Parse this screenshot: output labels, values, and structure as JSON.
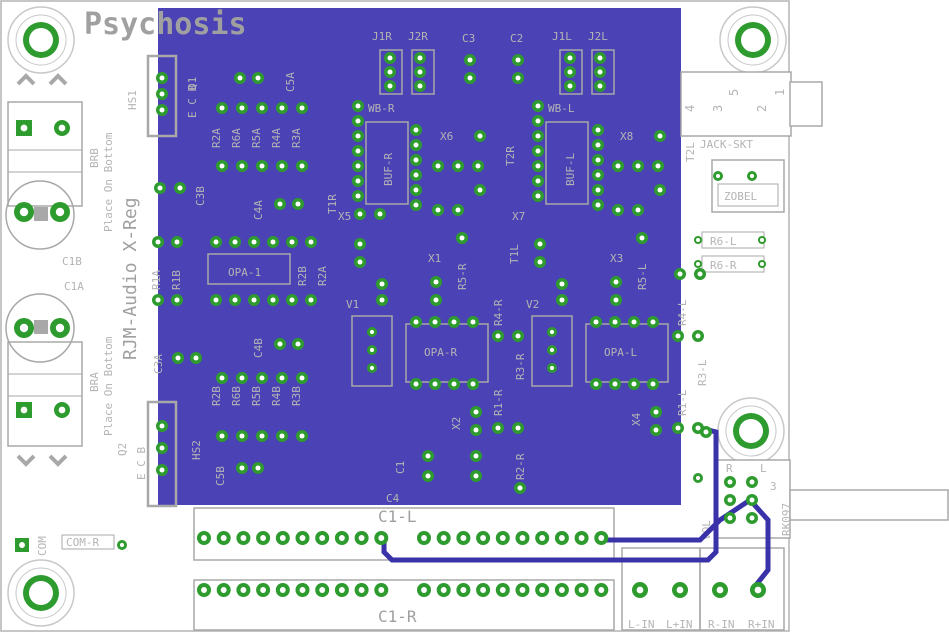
{
  "board": {
    "title": "Psychosis",
    "colors": {
      "copper": "#4b43b5",
      "pad": "#2e9b2e",
      "silkscreen": "#a8a8a8",
      "background": "#ffffff",
      "trace": "#3a32a8"
    }
  },
  "labels": {
    "brand": "RJM-Audio X-Reg",
    "place_top": "Place On Bottom",
    "place_bottom": "Place On Bottom",
    "hs1": "HS1",
    "hs2": "HS2",
    "q1_pins": "E C B",
    "q1": "Q1",
    "q2_pins": "E C B",
    "q2": "Q2",
    "brb": "BRB",
    "bra": "BRA",
    "c1b": "C1B",
    "c1a": "C1A",
    "c3b": "C3B",
    "c3a": "C3A",
    "c5a": "C5A",
    "c5b": "C5B",
    "c4a": "C4A",
    "c4b": "C4B",
    "r2a": "R2A",
    "r6a": "R6A",
    "r5a": "R5A",
    "r4a": "R4A",
    "r3a": "R3A",
    "r2b": "R2B",
    "r6b": "R6B",
    "r5b": "R5B",
    "r4b": "R4B",
    "r3b": "R3B",
    "r1a": "R1A",
    "r1b": "R1B",
    "r2b_mid": "R2B",
    "r2a_mid": "R2A",
    "opa1": "OPA-1",
    "opar": "OPA-R",
    "opal": "OPA-L",
    "bufr": "BUF-R",
    "bufl": "BUF-L",
    "wbr": "WB-R",
    "wbl": "WB-L",
    "j1r": "J1R",
    "j2r": "J2R",
    "j1l": "J1L",
    "j2l": "J2L",
    "c3": "C3",
    "c2": "C2",
    "c1": "C1",
    "c4": "C4",
    "x6": "X6",
    "x8": "X8",
    "x5": "X5",
    "x7": "X7",
    "x1": "X1",
    "x3": "X3",
    "x2": "X2",
    "x4": "X4",
    "t1r": "T1R",
    "t2r": "T2R",
    "t1l": "T1L",
    "t2l": "T2L",
    "r5r": "R5-R",
    "r4r": "R4-R",
    "r3r": "R3-R",
    "r1r": "R1-R",
    "r2r": "R2-R",
    "r5l": "R5-L",
    "r4l": "R4-L",
    "r3l": "R3-L",
    "r1l": "R1-L",
    "r6l": "R6-L",
    "r6r": "R6-R",
    "jack": "JACK-SKT",
    "zobel": "ZOBEL",
    "jack_pins": [
      "4",
      "3",
      "5",
      "2",
      "1"
    ],
    "rk097": "RK097",
    "vol": "VOL",
    "pot_r": "R",
    "pot_l": "L",
    "pot_3": "3",
    "c1l": "C1-L",
    "c1r": "C1-R",
    "com": "COM",
    "comr": "COM-R",
    "lin": "L-IN",
    "lpin": "L+IN",
    "rin": "R-IN",
    "rpin": "R+IN",
    "v1": "V1",
    "v2": "V2"
  }
}
